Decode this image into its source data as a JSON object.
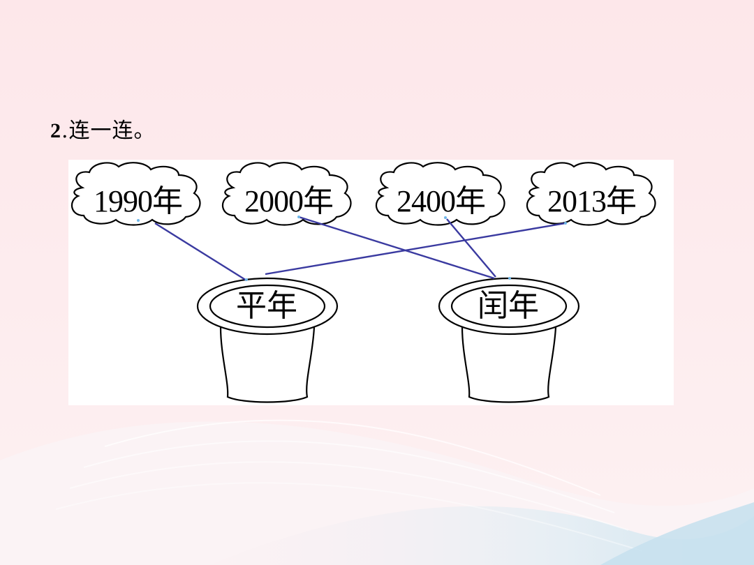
{
  "question": {
    "number": "2",
    "text": ".连一连。"
  },
  "years": [
    "1990年",
    "2000年",
    "2400年",
    "2013年"
  ],
  "categories": [
    "平年",
    "闰年"
  ],
  "colors": {
    "background": "#fdeef0",
    "line": "#3a3aa0",
    "wave": "#d7e9f2"
  }
}
